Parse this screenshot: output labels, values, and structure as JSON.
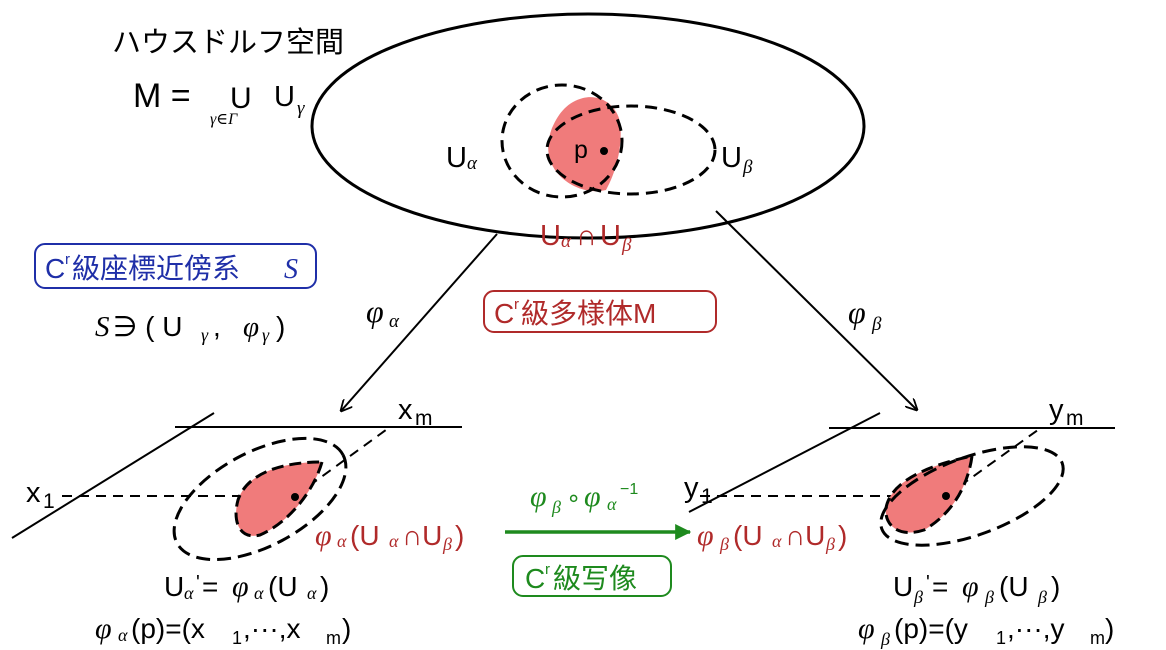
{
  "title": "ハウスドルフ空間",
  "cover": {
    "lhs": "M = ",
    "union": "U",
    "sub": "γ∈Γ",
    "set": "U",
    "set_sub": "γ"
  },
  "point_p": "p",
  "u_alpha": {
    "base": "U",
    "sub": "α"
  },
  "u_beta": {
    "base": "U",
    "sub": "β"
  },
  "intersection": {
    "a": "U",
    "a_sub": "α",
    "cap": "∩",
    "b": "U",
    "b_sub": "β"
  },
  "atlas_box": {
    "c": "C",
    "r": "r",
    "text": "級座標近傍系 ",
    "s": "S"
  },
  "atlas_def": {
    "s": "S",
    "rest": " ∋ ( U",
    "sub": "γ",
    "comma": " , ",
    "phi": "φ",
    "phi_sub": "γ",
    "close": ")"
  },
  "manifold_box": {
    "c": "C",
    "r": "r",
    "text": " 級多様体M"
  },
  "phi_alpha": {
    "phi": "φ",
    "sub": "α"
  },
  "phi_beta": {
    "phi": "φ",
    "sub": "β"
  },
  "axes_left": {
    "x1": "x",
    "x1_sub": "1",
    "xm": "x",
    "xm_sub": "m"
  },
  "axes_right": {
    "y1": "y",
    "y1_sub": "1",
    "ym": "y",
    "ym_sub": "m"
  },
  "image_left": {
    "phi": "φ",
    "sub": "α",
    "open": "(U",
    "a_sub": "α",
    "cap": "∩U",
    "b_sub": "β",
    "close": ")"
  },
  "image_right": {
    "phi": "φ",
    "sub": "β",
    "open": "(U",
    "a_sub": "α",
    "cap": "∩U",
    "b_sub": "β",
    "close": ")"
  },
  "transition": {
    "phi1": "φ",
    "sub1": "β",
    "circ": "∘",
    "phi2": "φ",
    "sub2": "α",
    "sup": "−1"
  },
  "map_box": {
    "c": "C",
    "r": "r",
    "text": "級写像"
  },
  "left_caption": {
    "line1": {
      "u": "U",
      "u_sub": "α",
      "prime": "'",
      "eq": "= ",
      "phi": "φ",
      "phi_sub": "α",
      "open": "(U",
      "in_sub": "α",
      "close": ")"
    },
    "line2": {
      "phi": "φ",
      "phi_sub": "α",
      "arg": "(p)=(x",
      "s1": "1",
      "mid": ",···,x",
      "sm": "m",
      "close": ")"
    }
  },
  "right_caption": {
    "line1": {
      "u": "U",
      "u_sub": "β",
      "prime": "'",
      "eq": "= ",
      "phi": "φ",
      "phi_sub": "β",
      "open": "(U",
      "in_sub": "β",
      "close": ")"
    },
    "line2": {
      "phi": "φ",
      "phi_sub": "β",
      "arg": "(p)=(y",
      "s1": "1",
      "mid": ",···,y",
      "sm": "m",
      "close": ")"
    }
  },
  "colors": {
    "red": "#b02a2a",
    "pink": "#f07b7b",
    "blue": "#1f2fa8",
    "green": "#1e8a1e",
    "line": "#000000"
  }
}
